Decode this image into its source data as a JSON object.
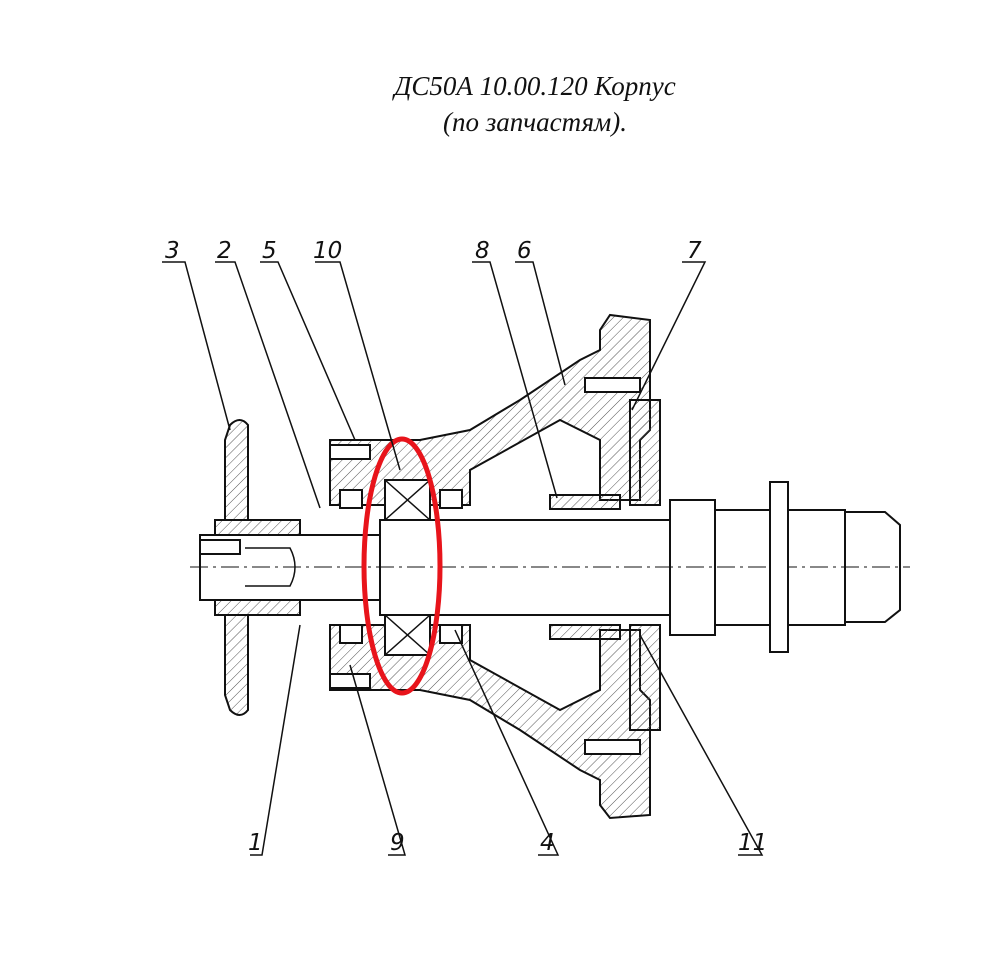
{
  "title": {
    "line1": "ДС50А 10.00.120 Корпус",
    "line2": "(по запчастям)."
  },
  "callouts": {
    "c1": "1",
    "c2": "2",
    "c3": "3",
    "c4": "4",
    "c5": "5",
    "c6": "6",
    "c7": "7",
    "c8": "8",
    "c9": "9",
    "c10": "10",
    "c11": "11"
  },
  "colors": {
    "line": "#111111",
    "hatch": "#555555",
    "highlight": "#e8141b"
  }
}
